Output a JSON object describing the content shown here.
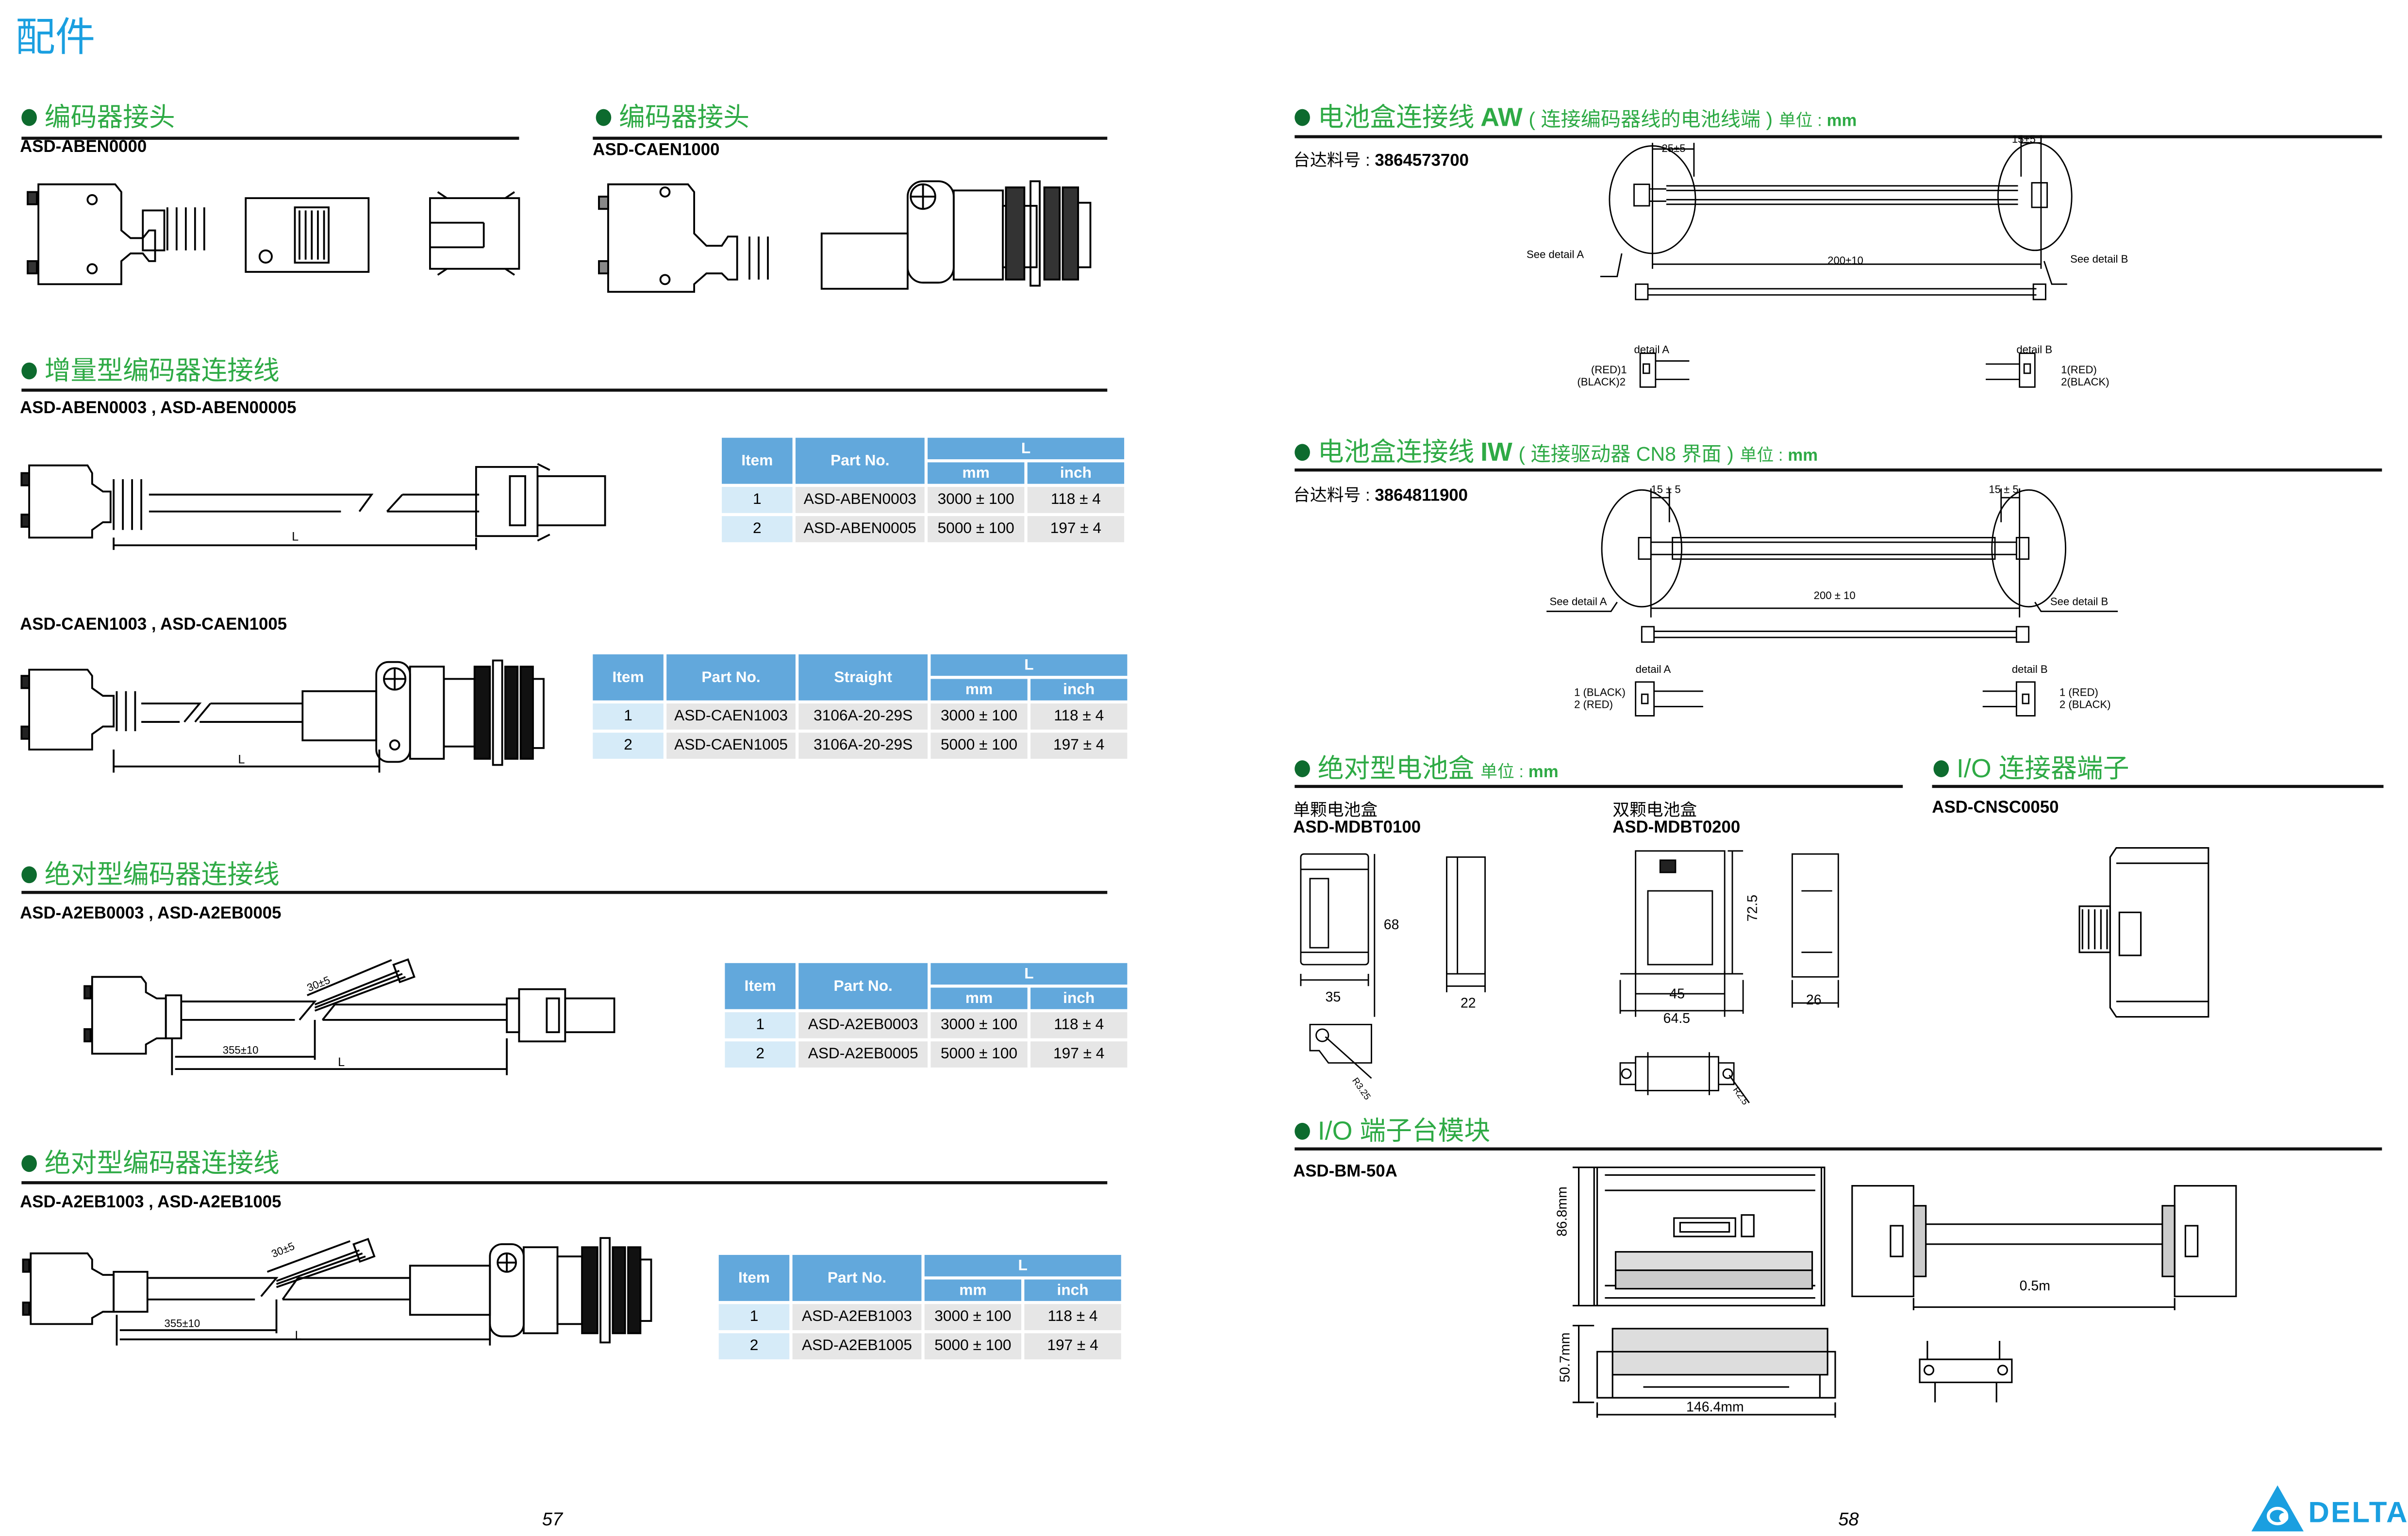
{
  "page_title": "配件",
  "left_page": {
    "page_number": "57",
    "sections": {
      "encoder_connector_1": {
        "title": "编码器接头",
        "part_no": "ASD-ABEN0000"
      },
      "encoder_connector_2": {
        "title": "编码器接头",
        "part_no": "ASD-CAEN1000"
      },
      "incremental_cable": {
        "title": "增量型编码器连接线",
        "groups": [
          {
            "part_nos": "ASD-ABEN0003 , ASD-ABEN00005",
            "drawing_labels": {
              "length": "L"
            },
            "table": {
              "headers": {
                "item": "Item",
                "part_no": "Part No.",
                "l": "L",
                "mm": "mm",
                "inch": "inch"
              },
              "rows": [
                {
                  "item": "1",
                  "part_no": "ASD-ABEN0003",
                  "mm": "3000 ± 100",
                  "inch": "118 ± 4"
                },
                {
                  "item": "2",
                  "part_no": "ASD-ABEN0005",
                  "mm": "5000 ± 100",
                  "inch": "197 ± 4"
                }
              ]
            }
          },
          {
            "part_nos": "ASD-CAEN1003 , ASD-CAEN1005",
            "drawing_labels": {
              "length": "L"
            },
            "table": {
              "headers": {
                "item": "Item",
                "part_no": "Part No.",
                "straight": "Straight",
                "l": "L",
                "mm": "mm",
                "inch": "inch"
              },
              "rows": [
                {
                  "item": "1",
                  "part_no": "ASD-CAEN1003",
                  "straight": "3106A-20-29S",
                  "mm": "3000 ± 100",
                  "inch": "118 ± 4"
                },
                {
                  "item": "2",
                  "part_no": "ASD-CAEN1005",
                  "straight": "3106A-20-29S",
                  "mm": "5000 ± 100",
                  "inch": "197 ± 4"
                }
              ]
            }
          }
        ]
      },
      "absolute_cable_1": {
        "title": "绝对型编码器连接线",
        "part_nos": "ASD-A2EB0003 , ASD-A2EB0005",
        "drawing_labels": {
          "branch": "30±5",
          "split": "355±10",
          "length": "L"
        },
        "table": {
          "headers": {
            "item": "Item",
            "part_no": "Part No.",
            "l": "L",
            "mm": "mm",
            "inch": "inch"
          },
          "rows": [
            {
              "item": "1",
              "part_no": "ASD-A2EB0003",
              "mm": "3000 ± 100",
              "inch": "118 ± 4"
            },
            {
              "item": "2",
              "part_no": "ASD-A2EB0005",
              "mm": "5000 ± 100",
              "inch": "197 ± 4"
            }
          ]
        }
      },
      "absolute_cable_2": {
        "title": "绝对型编码器连接线",
        "part_nos": "ASD-A2EB1003 , ASD-A2EB1005",
        "drawing_labels": {
          "branch": "30±5",
          "split": "355±10",
          "length": "L"
        },
        "table": {
          "headers": {
            "item": "Item",
            "part_no": "Part No.",
            "l": "L",
            "mm": "mm",
            "inch": "inch"
          },
          "rows": [
            {
              "item": "1",
              "part_no": "ASD-A2EB1003",
              "mm": "3000 ± 100",
              "inch": "118 ± 4"
            },
            {
              "item": "2",
              "part_no": "ASD-A2EB1005",
              "mm": "5000 ± 100",
              "inch": "197 ± 4"
            }
          ]
        }
      }
    }
  },
  "right_page": {
    "page_number": "58",
    "brand": "DELTA",
    "sections": {
      "battery_cable_aw": {
        "title": "电池盒连接线",
        "title_latin": "AW",
        "subtitle": "( 连接编码器线的电池线端 )",
        "unit_label": "单位 :",
        "unit": "mm",
        "material_label": "台达料号 :",
        "material_no": "3864573700",
        "dims": {
          "left": "25±5",
          "right": "15±5",
          "total": "200±10"
        },
        "see_a": "See detail A",
        "see_b": "See detail B",
        "detail_a": {
          "title": "detail A",
          "pin1": "(RED)1",
          "pin2": "(BLACK)2"
        },
        "detail_b": {
          "title": "detail B",
          "pin1": "1(RED)",
          "pin2": "2(BLACK)"
        }
      },
      "battery_cable_iw": {
        "title": "电池盒连接线",
        "title_latin": "IW",
        "subtitle": "( 连接驱动器 CN8 界面 )",
        "unit_label": "单位 :",
        "unit": "mm",
        "material_label": "台达料号 :",
        "material_no": "3864811900",
        "dims": {
          "left": "15 ± 5",
          "right": "15 ± 5",
          "total": "200 ± 10"
        },
        "see_a": "See detail A",
        "see_b": "See detail B",
        "detail_a": {
          "title": "detail A",
          "pin1": "1 (BLACK)",
          "pin2": "2 (RED)"
        },
        "detail_b": {
          "title": "detail B",
          "pin1": "1 (RED)",
          "pin2": "2 (BLACK)"
        }
      },
      "battery_box": {
        "title": "绝对型电池盒",
        "unit_label": "单位 :",
        "unit": "mm",
        "single": {
          "name": "单颗电池盒",
          "part_no": "ASD-MDBT0100",
          "dims": {
            "height": "68",
            "width": "35",
            "depth": "22",
            "radius": "R3.25"
          }
        },
        "double": {
          "name": "双颗电池盒",
          "part_no": "ASD-MDBT0200",
          "dims": {
            "height": "72.5",
            "inner_width": "45",
            "outer_width": "64.5",
            "depth": "26",
            "radius": "R2.5"
          }
        }
      },
      "io_connector": {
        "title": "I/O 连接器端子",
        "part_no": "ASD-CNSC0050"
      },
      "io_terminal": {
        "title": "I/O 端子台模块",
        "part_no": "ASD-BM-50A",
        "dims": {
          "height": "86.8mm",
          "depth": "50.7mm",
          "width": "146.4mm",
          "cable": "0.5m"
        }
      }
    }
  }
}
